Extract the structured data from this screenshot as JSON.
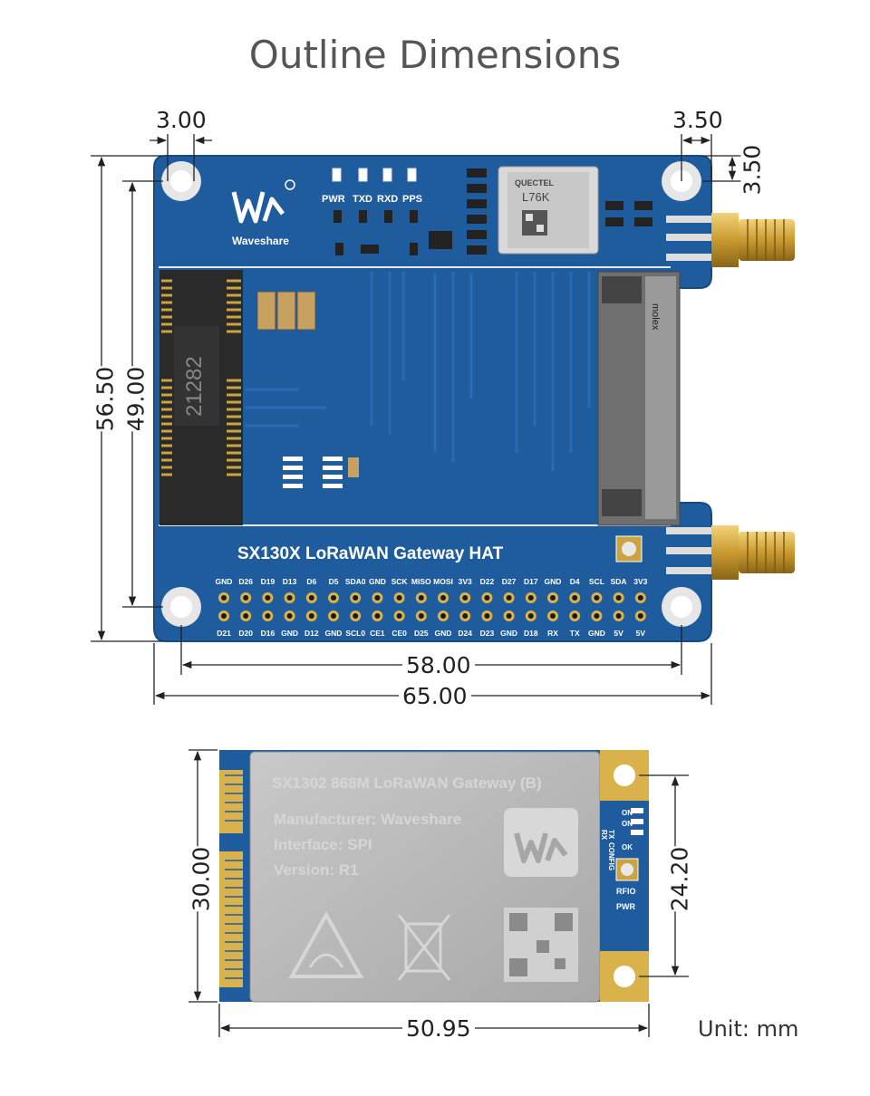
{
  "title": "Outline Dimensions",
  "hat": {
    "dims": {
      "hole_offset_left": "3.00",
      "hole_offset_right": "3.50",
      "hole_offset_top": "3.50",
      "height_total": "56.50",
      "height_holes": "49.00",
      "width_holes": "58.00",
      "width_total": "65.00"
    },
    "logo_text": "Waveshare",
    "board_name": "SX130X LoRaWAN Gateway HAT",
    "led_labels": [
      "PWR",
      "TXD",
      "RXD",
      "PPS"
    ],
    "gps_brand": "QUECTEL",
    "gps_model": "L76K",
    "slot_mark": "21282",
    "conn_mark": "molex",
    "pins_top": [
      "GND",
      "D26",
      "D19",
      "D13",
      "D6",
      "D5",
      "SDA0",
      "GND",
      "SCK",
      "MISO",
      "MOSI",
      "3V3",
      "D22",
      "D27",
      "D17",
      "GND",
      "D4",
      "SCL",
      "SDA",
      "3V3"
    ],
    "pins_bottom": [
      "D21",
      "D20",
      "D16",
      "GND",
      "D12",
      "GND",
      "SCL0",
      "CE1",
      "CE0",
      "D25",
      "GND",
      "D24",
      "D23",
      "GND",
      "D18",
      "RX",
      "TX",
      "GND",
      "5V",
      "5V"
    ]
  },
  "module": {
    "dims": {
      "height_total": "30.00",
      "height_holes": "24.20",
      "width_total": "50.95"
    },
    "name": "SX1302 868M LoRaWAN Gateway (B)",
    "manufacturer": "Manufacturer: Waveshare",
    "interface": "Interface: SPI",
    "version": "Version: R1",
    "side_labels": [
      "TX",
      "RX",
      "CONFIG",
      "ON",
      "ON",
      "OK",
      "RFIO",
      "PWR"
    ]
  },
  "unit": "Unit: mm",
  "colors": {
    "pcb": "#1f5c9e",
    "pcb_dark": "#184a82",
    "gold": "#d9b24c",
    "shield": "#b8b8b8"
  }
}
